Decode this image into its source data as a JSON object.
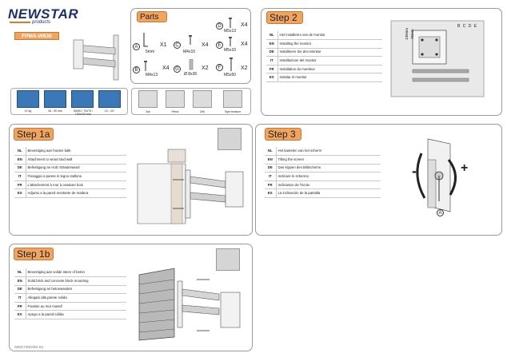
{
  "brand": {
    "logo_text": "NEWSTAR",
    "logo_sub": "products",
    "model": "FPMA-W830"
  },
  "footer": {
    "url": "www.newstar.eu"
  },
  "specs": [
    "12 kg",
    "45 - 90 mm",
    "50x50 / 75x75 / 100x100 mm",
    "10 - 24\""
  ],
  "tools": [
    "Tool",
    "Pencil",
    "Drill",
    "Tape measure"
  ],
  "parts": {
    "title": "Parts",
    "items": [
      {
        "letter": "A",
        "size": "5mm",
        "qty": "X1"
      },
      {
        "letter": "B",
        "size": "M4x13",
        "qty": "X4"
      },
      {
        "letter": "C",
        "size": "M4x10",
        "qty": "X4"
      },
      {
        "letter": "G",
        "size": "Ø 8x36",
        "qty": "X2"
      },
      {
        "letter": "D",
        "size": "M5x13",
        "qty": "X4"
      },
      {
        "letter": "E",
        "size": "M5x10",
        "qty": "X4"
      },
      {
        "letter": "F",
        "size": "M5x50",
        "qty": "X2"
      }
    ]
  },
  "step2": {
    "title": "Step 2",
    "rows": [
      {
        "code": "NL",
        "text": "Het installeren van de monitor"
      },
      {
        "code": "EN",
        "text": "Installing the monitor"
      },
      {
        "code": "DE",
        "text": "Installieren Sie den Monitor"
      },
      {
        "code": "IT",
        "text": "Installazione del monitor"
      },
      {
        "code": "FR",
        "text": "Installation du moniteur"
      },
      {
        "code": "ES",
        "text": "Instalar el monitor"
      }
    ],
    "dim_h": "100mm",
    "dim_h2": "75mm",
    "part_letters": "B C D E"
  },
  "step1a": {
    "title": "Step 1a",
    "rows": [
      {
        "code": "NL",
        "text": "Bevestiging aan houten balk"
      },
      {
        "code": "EN",
        "text": "Attachment to wood stud wall"
      },
      {
        "code": "DE",
        "text": "Befestigung an Holz Ständerwand"
      },
      {
        "code": "IT",
        "text": "Fissaggio a parete in legno stallone"
      },
      {
        "code": "FR",
        "text": "L'attachement à mur à ossature bois"
      },
      {
        "code": "ES",
        "text": "Adjunto a la pared montante de madera"
      }
    ]
  },
  "step3": {
    "title": "Step 3",
    "rows": [
      {
        "code": "NL",
        "text": "Het kantelen van het scherm"
      },
      {
        "code": "EN",
        "text": "Tilting the screen"
      },
      {
        "code": "DE",
        "text": "Das Kippen des Bildschirms"
      },
      {
        "code": "IT",
        "text": "Inclinare lo schermo"
      },
      {
        "code": "FR",
        "text": "Inclinaison de l'écran"
      },
      {
        "code": "ES",
        "text": "La inclinación de la pantalla"
      }
    ],
    "minus": "-",
    "plus": "+",
    "part_letter": "A"
  },
  "step1b": {
    "title": "Step 1b",
    "rows": [
      {
        "code": "NL",
        "text": "Bevestiging aan solide steen of beton"
      },
      {
        "code": "EN",
        "text": "Solid brick and concrete block mounting"
      },
      {
        "code": "DE",
        "text": "Befestigung an betonwanden"
      },
      {
        "code": "IT",
        "text": "Allegato alla parete solida"
      },
      {
        "code": "FR",
        "text": "Fixation au mur massif"
      },
      {
        "code": "ES",
        "text": "Apego a la pared sólida"
      }
    ]
  }
}
